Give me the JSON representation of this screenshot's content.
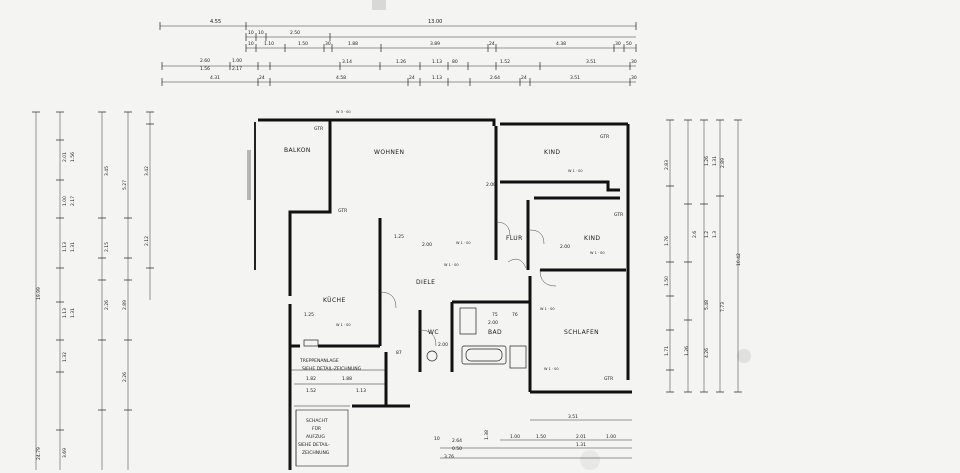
{
  "rooms": {
    "balkon": "BALKON",
    "wohnen": "WOHNEN",
    "kind1": "KIND",
    "kind2": "KIND",
    "flur": "FLUR",
    "diele": "DIELE",
    "kueche": "KÜCHE",
    "wc": "WC",
    "bad": "BAD",
    "schlafen": "SCHLAFEN"
  },
  "labels": {
    "gtr": "GTR",
    "treppe_1": "TREPPENANLAGE",
    "treppe_2": "SIEHE DETAIL-ZEICHNUNG",
    "schacht_1": "SCHACHT",
    "schacht_2": "FÜR",
    "schacht_3": "AUFZUG",
    "schacht_4": "SIEHE DETAIL-",
    "schacht_5": "ZEICHNUNG"
  },
  "top_dims": {
    "row1": [
      "4.55",
      "13.00"
    ],
    "row2": [
      "10",
      "10",
      "2.50"
    ],
    "row3": [
      "10",
      "1.10",
      "1.50",
      "30",
      "1.88",
      "3.89",
      "24",
      "4.38",
      "30",
      "50"
    ],
    "row4": [
      "2.60",
      "1.56",
      "1.00",
      "2.17",
      "3.14",
      "1.26",
      "1.13",
      "80",
      "1.52",
      "3.51",
      "30"
    ],
    "row5": [
      "4.31",
      "24",
      "4.58",
      "24",
      "1.13",
      "2.64",
      "24",
      "3.51",
      "30"
    ]
  },
  "left_dims": [
    "2.01",
    "1.56",
    "3.45",
    "5.27",
    "3.42",
    "1.00",
    "2.17",
    "1.13",
    "1.31",
    "2.15",
    "2.12",
    "2.26",
    "2.89",
    "1.13",
    "1.31",
    "1.32",
    "2.26",
    "3.69",
    "19.99",
    "24.79"
  ],
  "right_dims": [
    "2.83",
    "1.26",
    "1.31",
    "2.89",
    "2.6",
    "1.2",
    "1.3",
    "1.76",
    "1.50",
    "5.48",
    "7.73",
    "10.42",
    "1.71",
    "1.26",
    "4.26"
  ],
  "bottom_dims": [
    "3.51",
    "1.00",
    "1.50",
    "2.01",
    "1.00",
    "1.31",
    "2.64",
    "0.50",
    "3.76",
    "1.38",
    "10"
  ],
  "inner_dims": {
    "kueche": "1.25",
    "diele": "1.25",
    "diele_h": "2.00",
    "flur": "2.00",
    "kind1": "2.00",
    "bad": "2.00",
    "wc": "2.00",
    "treppe_a": "1.82",
    "treppe_b": "1.88",
    "treppe_c": "1.52",
    "treppe_d": "1.13",
    "bad_a": "75",
    "bad_b": "76",
    "diele_b": "87"
  },
  "window_notes": {
    "wohnen_top": "W 3 · 00",
    "kind1": "W 1 · 00",
    "kind2": "W 1 · 00",
    "kueche": "W 1 · 00",
    "schlafen": "W 1 · 00",
    "diele": "W 1 · 00",
    "bad": "W 1 · 00",
    "flur": "W 1 · 00"
  }
}
